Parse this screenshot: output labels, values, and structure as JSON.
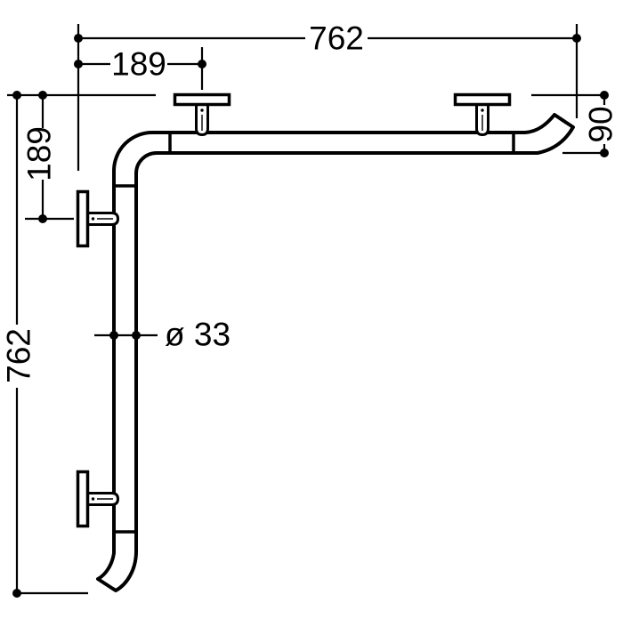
{
  "drawing": {
    "title": "corner-grab-bar-dimension-drawing",
    "colors": {
      "line": "#000000",
      "background": "#ffffff"
    },
    "dimensions": {
      "width_total": "762",
      "top_flange_offset": "189",
      "left_flange_offset": "189",
      "height_total": "762",
      "end_to_wall": "90",
      "tube_diameter": "ø 33"
    }
  }
}
